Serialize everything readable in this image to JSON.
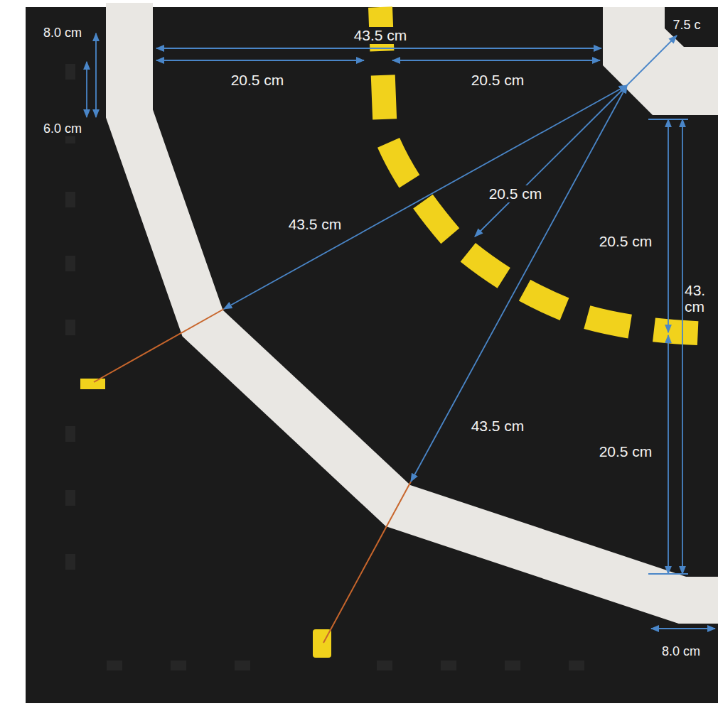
{
  "diagram": {
    "labels": [
      "8.0 cm",
      "43.5 cm",
      "7.5 c",
      "20.5 cm",
      "20.5 cm",
      "6.0 cm",
      "20.5 cm",
      "43.5 cm",
      "20.5 cm",
      "43. cm",
      "43.5 cm",
      "20.5 cm",
      "8.0 cm"
    ]
  }
}
